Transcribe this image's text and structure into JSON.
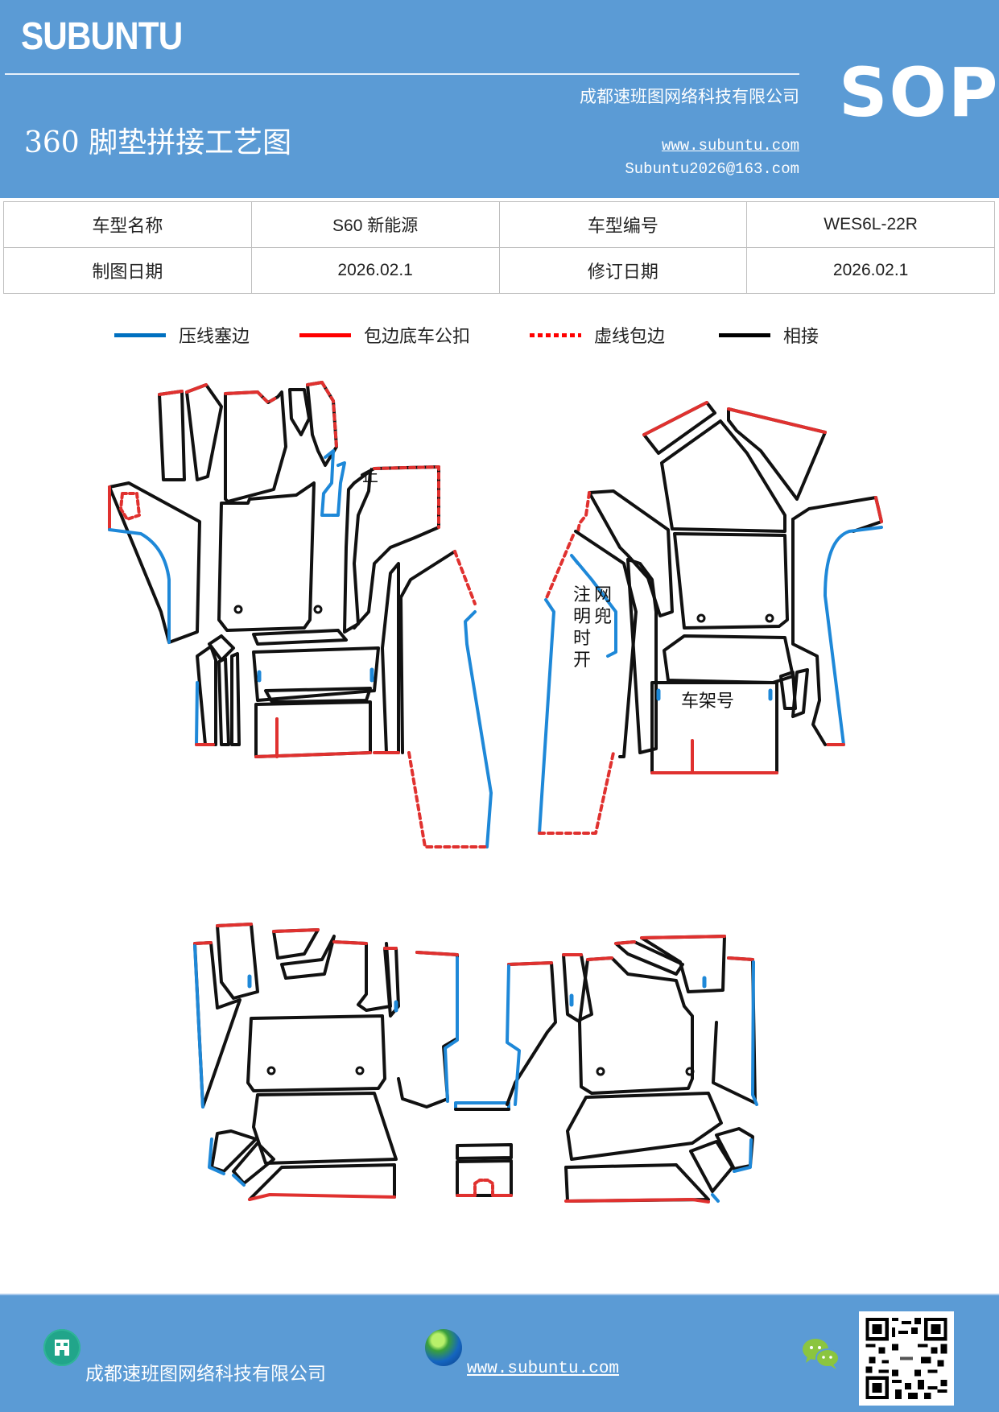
{
  "header": {
    "brand": "SUBUNTU",
    "title": "360 脚垫拼接工艺图",
    "company": "成都速班图网络科技有限公司",
    "website": "www.subuntu.com",
    "email": "Subuntu2026@163.com",
    "badge": "SOP",
    "background_color": "#5b9bd5"
  },
  "info_table": {
    "rows": [
      {
        "label1": "车型名称",
        "value1": "S60 新能源",
        "label2": "车型编号",
        "value2": "WES6L-22R"
      },
      {
        "label1": "制图日期",
        "value1": "2026.02.1",
        "label2": "修订日期",
        "value2": "2026.02.1"
      }
    ]
  },
  "legend": {
    "items": [
      {
        "label": "压线塞边",
        "color": "#0070c0",
        "style": "solid"
      },
      {
        "label": "包边底车公扣",
        "color": "#ff0000",
        "style": "solid"
      },
      {
        "label": "虚线包边",
        "color": "#ff0000",
        "style": "dotted"
      },
      {
        "label": "相接",
        "color": "#000000",
        "style": "solid"
      }
    ]
  },
  "diagram": {
    "notes": {
      "stop_mark": "止",
      "net_pocket_col1": [
        "注",
        "明",
        "时",
        "开"
      ],
      "net_pocket_col2": [
        "网",
        "兜"
      ],
      "frame_number": "车架号"
    },
    "colors": {
      "blue": "#1e88d8",
      "red": "#e0312f",
      "black": "#111111"
    }
  },
  "footer": {
    "company": "成都速班图网络科技有限公司",
    "website": "www.subuntu.com",
    "icons": [
      "building-icon",
      "globe-icon",
      "wechat-icon",
      "qr-code"
    ]
  }
}
